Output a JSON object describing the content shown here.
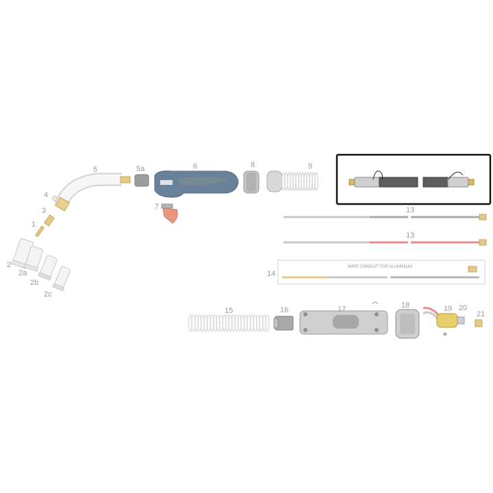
{
  "parts": [
    {
      "id": "p1",
      "label": "1"
    },
    {
      "id": "p2",
      "label": "2"
    },
    {
      "id": "p2a",
      "label": "2a"
    },
    {
      "id": "p2b",
      "label": "2b"
    },
    {
      "id": "p2c",
      "label": "2c"
    },
    {
      "id": "p3",
      "label": "3"
    },
    {
      "id": "p4",
      "label": "4"
    },
    {
      "id": "p5",
      "label": "5"
    },
    {
      "id": "p5a",
      "label": "5a"
    },
    {
      "id": "p6",
      "label": "6"
    },
    {
      "id": "p7",
      "label": "7"
    },
    {
      "id": "p8",
      "label": "8"
    },
    {
      "id": "p9",
      "label": "9"
    },
    {
      "id": "p13a",
      "label": "13"
    },
    {
      "id": "p13b",
      "label": "13"
    },
    {
      "id": "p14",
      "label": "14"
    },
    {
      "id": "p15",
      "label": "15"
    },
    {
      "id": "p16",
      "label": "16"
    },
    {
      "id": "p17",
      "label": "17"
    },
    {
      "id": "p18",
      "label": "18"
    },
    {
      "id": "p19",
      "label": "19"
    },
    {
      "id": "p20",
      "label": "20"
    },
    {
      "id": "p21",
      "label": "21"
    }
  ],
  "conduit_box": {
    "title": "WIRE CONDUIT FOR ALUMINIUM"
  },
  "colors": {
    "highlight_border": "#111111",
    "handle": "#5f7a93",
    "brass": "#d9b96a",
    "red_liner": "#e89a9a",
    "grey_part": "#b8b8b8"
  }
}
